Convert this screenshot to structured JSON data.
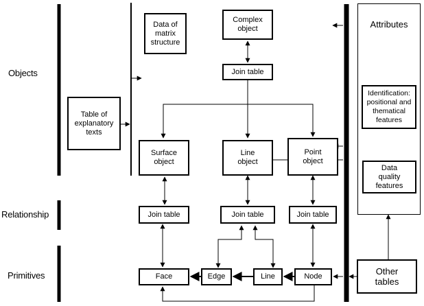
{
  "categories": {
    "objects": "Objects",
    "relationship": "Relationship",
    "primitives": "Primitives"
  },
  "boxes": {
    "matrix": "Data of\nmatrix\nstructure",
    "complex": "Complex\nobject",
    "join_complex": "Join table",
    "explanatory": "Table of\nexplanatory\ntexts",
    "surface": "Surface\nobject",
    "line_object": "Line\nobject",
    "point": "Point\nobject",
    "join_surface": "Join table",
    "join_line": "Join table",
    "join_point": "Join table",
    "face": "Face",
    "edge": "Edge",
    "line_prim": "Line",
    "node": "Node",
    "other_tables": "Other\ntables"
  },
  "attributes": {
    "title": "Attributes",
    "identification": "Identification:\npositional and\nthematical\nfeatures",
    "data_quality": "Data\nquality\nfeatures"
  }
}
